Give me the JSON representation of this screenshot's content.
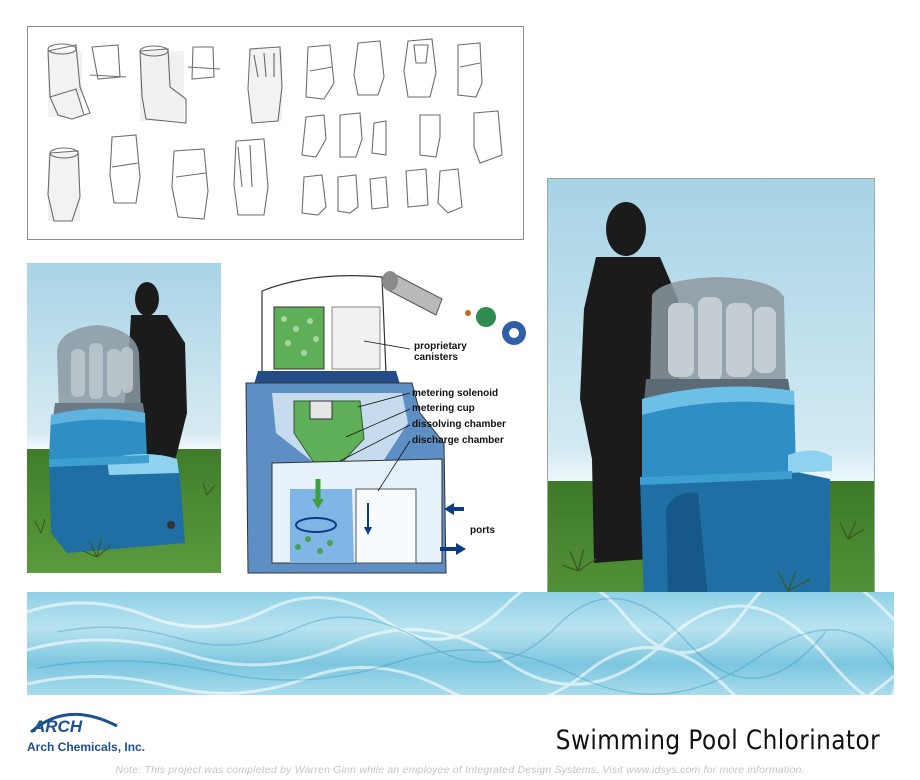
{
  "diagram": {
    "labels": {
      "canisters": "proprietary canisters",
      "solenoid": "metering solenoid",
      "cup": "metering cup",
      "dissolving": "dissolving chamber",
      "discharge": "discharge chamber",
      "ports": "ports"
    }
  },
  "title": "Swimming Pool  Chlorinator",
  "company": {
    "logo_text": "ARCH",
    "name": "Arch Chemicals, Inc."
  },
  "note": "Note: This project was completed by Warren Ginn while an employee of Integrated Design Systems. Visit www.idsys.com for more information.",
  "colors": {
    "brand": "#1d4f91",
    "product_blue": "#2f8fc4",
    "grass": "#4a8a33",
    "sky": "#a9d3e6"
  }
}
